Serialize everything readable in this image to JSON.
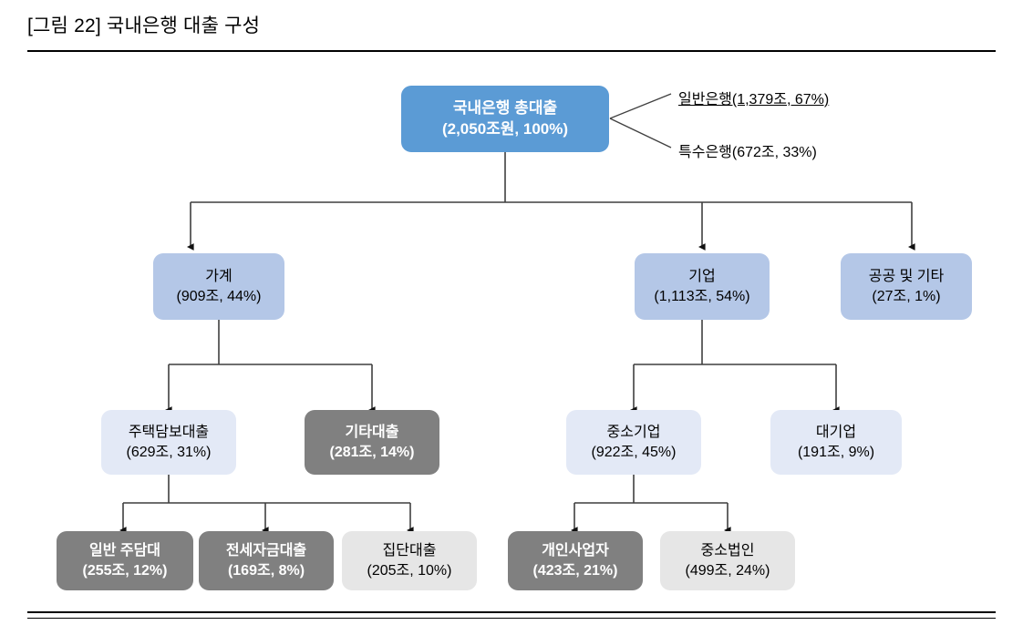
{
  "figure": {
    "title": "[그림 22] 국내은행 대출 구성"
  },
  "chart_data": {
    "type": "diagram",
    "title": "[그림 22] 국내은행 대출 구성",
    "diagram_kind": "hierarchy-tree",
    "unit": "조원 (KRW trillion)",
    "nodes": [
      {
        "id": "root",
        "label": "국내은행 총대출",
        "value": "(2,050조원, 100%)",
        "amount": 2050,
        "share_pct": 100,
        "level": 0,
        "color": "#5B9BD5",
        "text_color": "#FFFFFF"
      },
      {
        "id": "household",
        "label": "가계",
        "value": "(909조, 44%)",
        "amount": 909,
        "share_pct": 44,
        "level": 1,
        "parent": "root",
        "color": "#B4C7E7",
        "text_color": "#000000"
      },
      {
        "id": "corporate",
        "label": "기업",
        "value": "(1,113조, 54%)",
        "amount": 1113,
        "share_pct": 54,
        "level": 1,
        "parent": "root",
        "color": "#B4C7E7",
        "text_color": "#000000"
      },
      {
        "id": "public-other",
        "label": "공공 및 기타",
        "value": "(27조, 1%)",
        "amount": 27,
        "share_pct": 1,
        "level": 1,
        "parent": "root",
        "color": "#B4C7E7",
        "text_color": "#000000"
      },
      {
        "id": "mortgage",
        "label": "주택담보대출",
        "value": "(629조, 31%)",
        "amount": 629,
        "share_pct": 31,
        "level": 2,
        "parent": "household",
        "color": "#E3E9F6",
        "text_color": "#000000"
      },
      {
        "id": "other-loan",
        "label": "기타대출",
        "value": "(281조, 14%)",
        "amount": 281,
        "share_pct": 14,
        "level": 2,
        "parent": "household",
        "color": "#808080",
        "text_color": "#FFFFFF"
      },
      {
        "id": "sme",
        "label": "중소기업",
        "value": "(922조, 45%)",
        "amount": 922,
        "share_pct": 45,
        "level": 2,
        "parent": "corporate",
        "color": "#E3E9F6",
        "text_color": "#000000"
      },
      {
        "id": "large-corp",
        "label": "대기업",
        "value": "(191조, 9%)",
        "amount": 191,
        "share_pct": 9,
        "level": 2,
        "parent": "corporate",
        "color": "#E3E9F6",
        "text_color": "#000000"
      },
      {
        "id": "general-mortgage",
        "label": "일반 주담대",
        "value": "(255조, 12%)",
        "amount": 255,
        "share_pct": 12,
        "level": 3,
        "parent": "mortgage",
        "color": "#808080",
        "text_color": "#FFFFFF"
      },
      {
        "id": "jeonse-loan",
        "label": "전세자금대출",
        "value": "(169조, 8%)",
        "amount": 169,
        "share_pct": 8,
        "level": 3,
        "parent": "mortgage",
        "color": "#808080",
        "text_color": "#FFFFFF"
      },
      {
        "id": "group-loan",
        "label": "집단대출",
        "value": "(205조, 10%)",
        "amount": 205,
        "share_pct": 10,
        "level": 3,
        "parent": "mortgage",
        "color": "#E6E6E6",
        "text_color": "#000000"
      },
      {
        "id": "sole-proprietor",
        "label": "개인사업자",
        "value": "(423조, 21%)",
        "amount": 423,
        "share_pct": 21,
        "level": 3,
        "parent": "sme",
        "color": "#808080",
        "text_color": "#FFFFFF"
      },
      {
        "id": "sme-corp",
        "label": "중소법인",
        "value": "(499조, 24%)",
        "amount": 499,
        "share_pct": 24,
        "level": 3,
        "parent": "sme",
        "color": "#E6E6E6",
        "text_color": "#000000"
      }
    ],
    "annotations": [
      {
        "id": "commercial-bank",
        "text": "일반은행(1,379조, 67%)",
        "amount": 1379,
        "share_pct": 67,
        "underlined": true,
        "attached_to": "root"
      },
      {
        "id": "specialized-bank",
        "text": "특수은행(672조, 33%)",
        "amount": 672,
        "share_pct": 33,
        "underlined": false,
        "attached_to": "root"
      }
    ]
  },
  "nodes": {
    "root": {
      "line1": "국내은행 총대출",
      "line2": "(2,050조원, 100%)"
    },
    "household": {
      "line1": "가계",
      "line2": "(909조, 44%)"
    },
    "corporate": {
      "line1": "기업",
      "line2": "(1,113조, 54%)"
    },
    "public_other": {
      "line1": "공공 및 기타",
      "line2": "(27조, 1%)"
    },
    "mortgage": {
      "line1": "주택담보대출",
      "line2": "(629조, 31%)"
    },
    "other_loan": {
      "line1": "기타대출",
      "line2": "(281조, 14%)"
    },
    "sme": {
      "line1": "중소기업",
      "line2": "(922조, 45%)"
    },
    "large_corp": {
      "line1": "대기업",
      "line2": "(191조, 9%)"
    },
    "general_mortgage": {
      "line1": "일반 주담대",
      "line2": "(255조, 12%)"
    },
    "jeonse_loan": {
      "line1": "전세자금대출",
      "line2": "(169조, 8%)"
    },
    "group_loan": {
      "line1": "집단대출",
      "line2": "(205조, 10%)"
    },
    "sole_proprietor": {
      "line1": "개인사업자",
      "line2": "(423조, 21%)"
    },
    "sme_corp": {
      "line1": "중소법인",
      "line2": "(499조, 24%)"
    }
  },
  "annotations": {
    "commercial_bank": "일반은행(1,379조, 67%)",
    "specialized_bank": "특수은행(672조, 33%)"
  },
  "colors": {
    "root_fill": "#5B9BD5",
    "level2_fill": "#B4C7E7",
    "pale_fill": "#E3E9F6",
    "dark_fill": "#808080",
    "light_fill": "#E6E6E6",
    "line": "#3F3F3F",
    "rule": "#000000"
  }
}
